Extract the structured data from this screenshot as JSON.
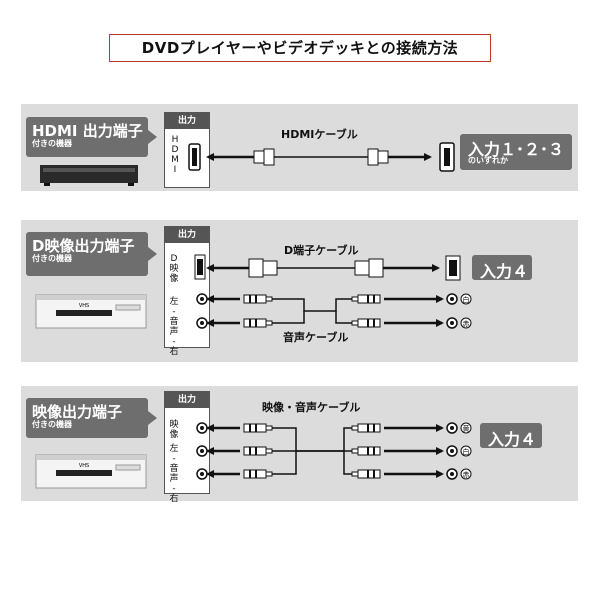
{
  "page_title": "DVDプレイヤーやビデオデッキとの接続方法",
  "output_header": "出力",
  "section1": {
    "source_main": "HDMI 出力端子",
    "source_sub": "付きの機器",
    "port_label": "HDMI",
    "cable_label": "HDMIケーブル",
    "dest_main": "入力１･２･３",
    "dest_sub": "のいずれか"
  },
  "section2": {
    "source_main": "D映像出力端子",
    "source_sub": "付きの機器",
    "port_label_d": "D映像",
    "port_label_audio": "左-音声-右",
    "cable_label_d": "D端子ケーブル",
    "cable_label_audio": "音声ケーブル",
    "dest_main": "入力４",
    "jack_left": "白",
    "jack_right": "赤",
    "vcr_brand": "VHS"
  },
  "section3": {
    "source_main": "映像出力端子",
    "source_sub": "付きの機器",
    "port_label_video": "映像",
    "port_label_audio": "左-音声-右",
    "cable_label": "映像・音声ケーブル",
    "dest_main": "入力４",
    "jack_video": "黄",
    "jack_left": "白",
    "jack_right": "赤",
    "vcr_brand": "VHS"
  }
}
